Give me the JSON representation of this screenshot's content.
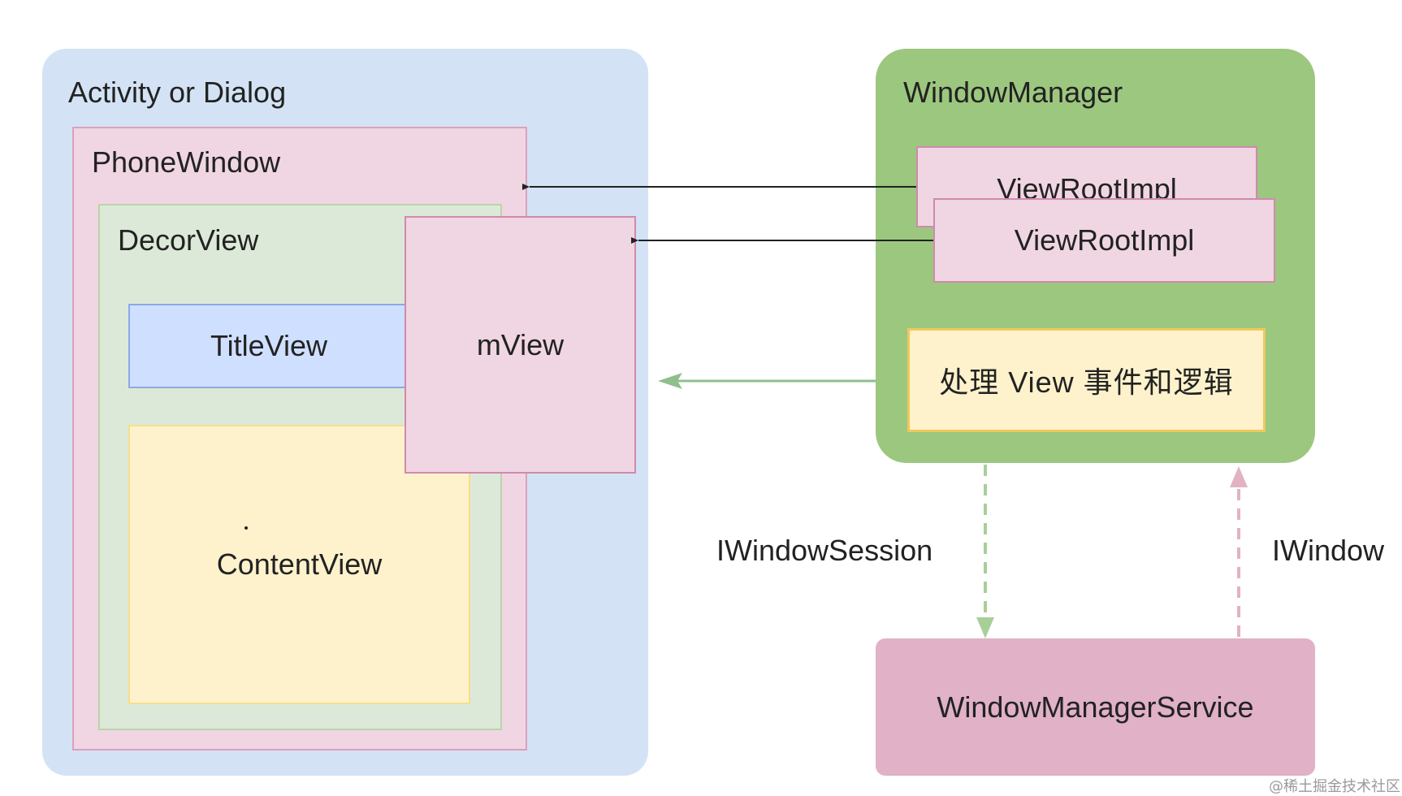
{
  "left_panel": {
    "title": "Activity or Dialog",
    "phone_window": {
      "title": "PhoneWindow",
      "decor_view": {
        "title": "DecorView",
        "title_view": "TitleView",
        "content_view": "ContentView"
      }
    },
    "m_view": "mView"
  },
  "right_panel": {
    "title": "WindowManager",
    "view_root_impl_back": "ViewRootImpl",
    "view_root_impl_front": "ViewRootImpl",
    "handle_box": "处理 View 事件和逻辑"
  },
  "service": "WindowManagerService",
  "connections": {
    "session_label": "IWindowSession",
    "window_label": "IWindow"
  },
  "watermark": "@稀土掘金技术社区",
  "colors": {
    "activity_bg": "#d3e3f5",
    "phone_window_bg": "#f0d6e2",
    "decor_view_bg": "#dde9d8",
    "title_view_bg": "#cfdfff",
    "content_view_bg": "#fef2cc",
    "window_manager_bg": "#9cc77f",
    "window_manager_service_bg": "#e0b1c7",
    "green_arrow": "#8fc08b",
    "dashed_green": "#a8cf98",
    "dashed_pink": "#e2b2c4"
  }
}
